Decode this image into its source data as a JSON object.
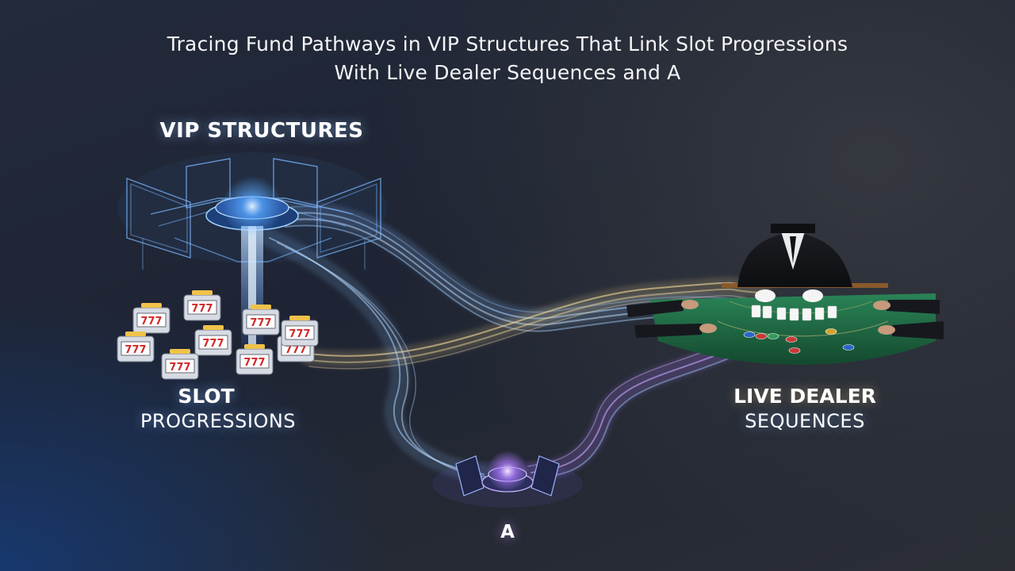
{
  "title": {
    "line1": "Tracing Fund Pathways in VIP Structures That Link Slot Progressions",
    "line2": "With Live Dealer Sequences and A"
  },
  "nodes": {
    "vip": {
      "label": "VIP STRUCTURES"
    },
    "slot": {
      "label_line1": "SLOT",
      "label_line2": "PROGRESSIONS"
    },
    "live": {
      "label_line1": "LIVE DEALER",
      "label_line2": "SEQUENCES"
    },
    "a": {
      "label": "A"
    }
  },
  "slot_machines": [
    {
      "reels": "777"
    },
    {
      "reels": "777"
    },
    {
      "reels": "777"
    },
    {
      "reels": "777"
    },
    {
      "reels": "777"
    },
    {
      "reels": "777"
    },
    {
      "reels": "777"
    },
    {
      "reels": "777"
    },
    {
      "reels": "777"
    }
  ],
  "colors": {
    "vip_glow": "#59a8ff",
    "flow_blue": "#8fc4ff",
    "flow_gold": "#f0d089",
    "flow_purple": "#b07cff",
    "table_felt": "#1f6b45"
  },
  "icons": {
    "vip": "vip-platform-icon",
    "slot": "slot-machine-icon",
    "live": "dealer-table-icon",
    "a": "hub-node-icon"
  }
}
